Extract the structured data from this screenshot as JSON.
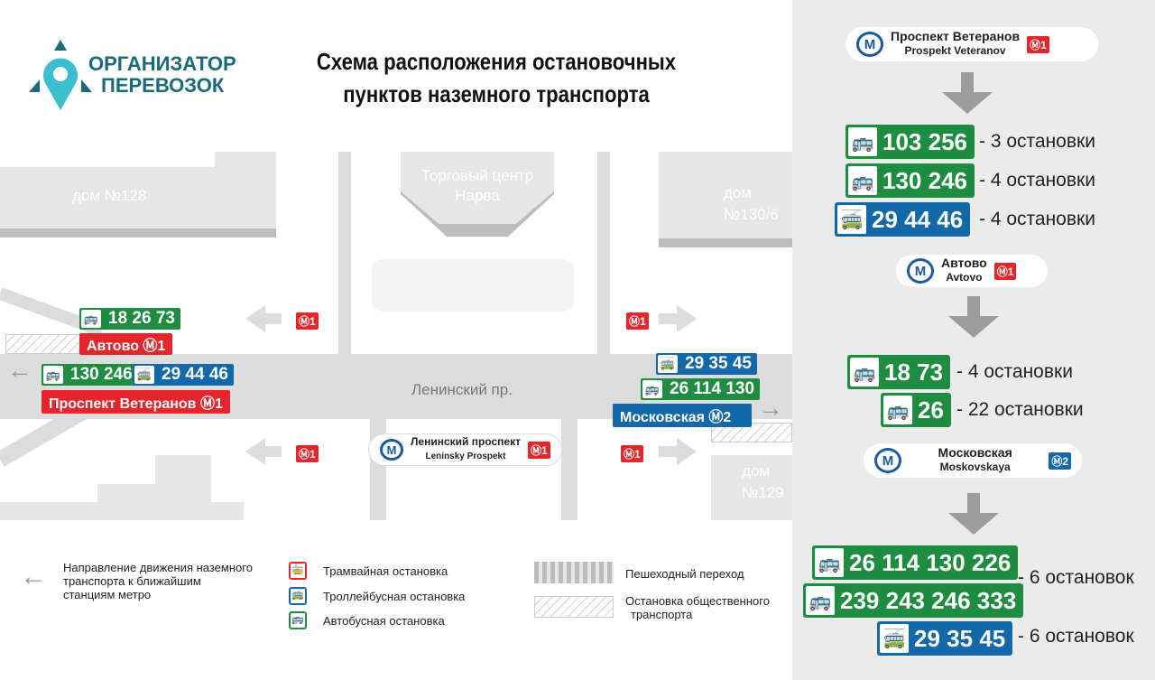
{
  "logo": {
    "line1": "ОРГАНИЗАТОР",
    "line2": "ПЕРЕВОЗОК"
  },
  "title": {
    "line1": "Схема расположения остановочных",
    "line2": "пунктов наземного транспорта"
  },
  "colors": {
    "bus": "#1f8d41",
    "trolleybus": "#1268a8",
    "metro_line1": "#e4262c",
    "metro_line2": "#1268a8"
  },
  "map": {
    "buildings": {
      "b128": "дом №128",
      "b130_1": "дом",
      "b130_2": "№130/6",
      "b129_1": "дом",
      "b129_2": "№129",
      "mall_1": "Торговый центр",
      "mall_2": "Нарва"
    },
    "street": "Ленинский пр.",
    "metro_badge_1": "Ⓜ1",
    "center_station": {
      "name": "Ленинский проспект",
      "latin": "Leninsky Prospekt",
      "line": "Ⓜ1"
    },
    "stops": [
      {
        "type": "bus",
        "routes": "18 26 73"
      },
      {
        "type": "metro",
        "label": "Автово Ⓜ1"
      },
      {
        "type": "bus",
        "routes": "130 246"
      },
      {
        "type": "trolleybus",
        "routes": "29 44 46"
      },
      {
        "type": "metro",
        "label": "Проспект Ветеранов Ⓜ1"
      },
      {
        "type": "trolleybus",
        "routes": "29 35 45"
      },
      {
        "type": "bus",
        "routes": "26 114 130"
      },
      {
        "type": "metro",
        "label": "Московская Ⓜ2"
      }
    ]
  },
  "legend": {
    "arrow": "Направление движения наземного транспорта к ближайшим станциям метро",
    "tram": "Трамвайная остановка",
    "trolleybus": "Троллейбусная остановка",
    "bus": "Автобусная остановка",
    "crosswalk": "Пешеходный переход",
    "stop_1": "Остановка общественного",
    "stop_2": "транспорта"
  },
  "panel": {
    "stations": [
      {
        "name": "Проспект Ветеранов",
        "latin": "Prospekt Veteranov",
        "line": "Ⓜ1"
      },
      {
        "name": "Автово",
        "latin": "Avtovo",
        "line": "Ⓜ1"
      },
      {
        "name": "Московская",
        "latin": "Moskovskaya",
        "line": "Ⓜ2"
      }
    ],
    "routes": [
      {
        "type": "bus",
        "numbers": "103 256",
        "stops": "- 3 остановки"
      },
      {
        "type": "bus",
        "numbers": "130 246",
        "stops": "- 4 остановки"
      },
      {
        "type": "trolleybus",
        "numbers": "29 44 46",
        "stops": "- 4 остановки"
      },
      {
        "type": "bus",
        "numbers": "18 73",
        "stops": "- 4 остановки"
      },
      {
        "type": "bus",
        "numbers": "26",
        "stops": "- 22 остановки"
      },
      {
        "type": "bus",
        "numbers": "26 114 130 226",
        "stops": "- 6 остановок"
      },
      {
        "type": "bus",
        "numbers": "239 243 246 333",
        "stops": ""
      },
      {
        "type": "trolleybus",
        "numbers": "29 35 45",
        "stops": "- 6 остановок"
      }
    ]
  }
}
